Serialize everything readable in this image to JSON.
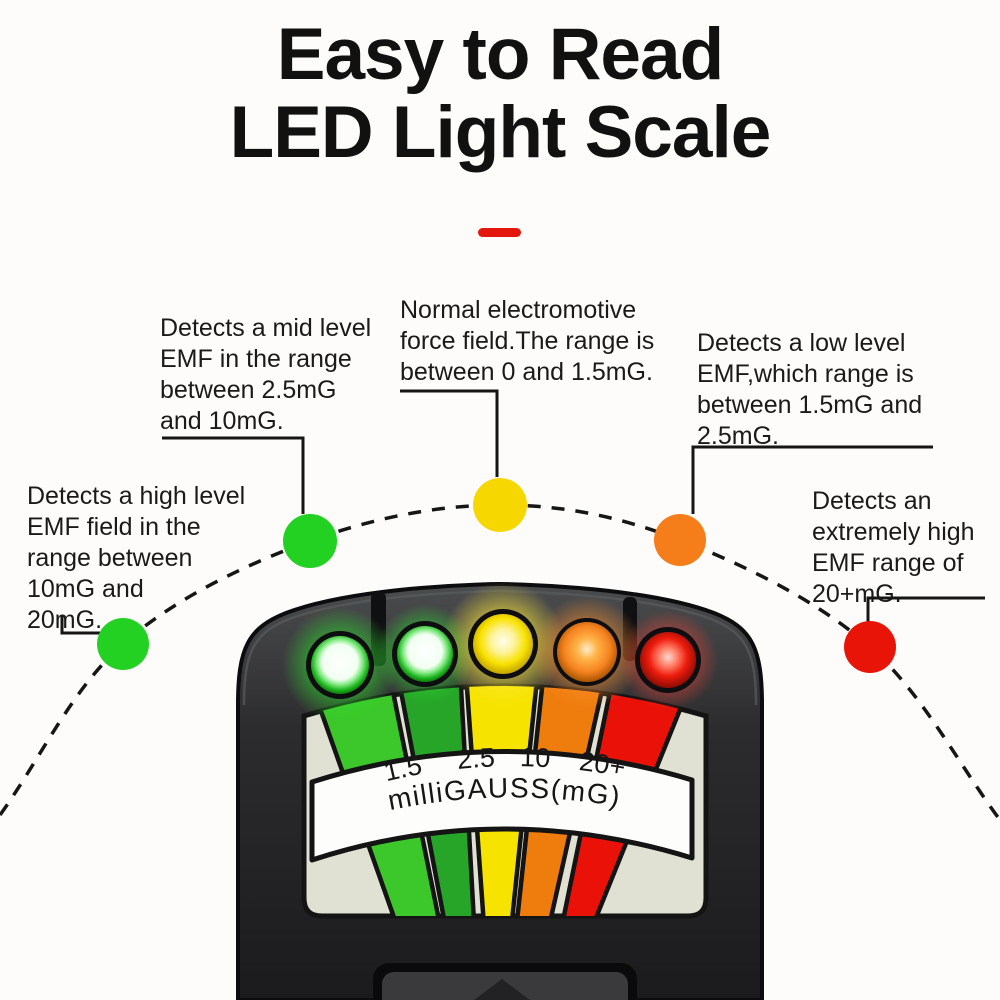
{
  "title": {
    "line1": "Easy to Read",
    "line2": "LED Light Scale"
  },
  "divider_color": "#e3170d",
  "callouts": {
    "mid": {
      "lines": [
        "Detects a mid level",
        "EMF in the range",
        "between 2.5mG",
        "and 10mG."
      ]
    },
    "normal": {
      "lines": [
        "Normal electromotive",
        "force field.The range is",
        "between 0 and 1.5mG."
      ]
    },
    "low": {
      "lines": [
        "Detects a low level",
        "EMF,which range is",
        "between 1.5mG and",
        "2.5mG."
      ]
    },
    "high": {
      "lines": [
        "Detects a high level",
        "EMF field in the",
        "range between",
        "10mG and",
        "20mG."
      ]
    },
    "extreme": {
      "lines": [
        "Detects an",
        "extremely high",
        "EMF range of",
        "20+mG."
      ]
    }
  },
  "indicator_dots": {
    "high": {
      "color": "#22d122"
    },
    "mid": {
      "color": "#22d122"
    },
    "normal": {
      "color": "#f6d700"
    },
    "low": {
      "color": "#f57d1a"
    },
    "extreme": {
      "color": "#e91408"
    }
  },
  "meter": {
    "scale_ticks": [
      "1.5",
      "2.5",
      "10",
      "20+"
    ],
    "scale_unit": "milliGAUSS(mG)",
    "segments": [
      {
        "name": "green",
        "color": "#3cc72a"
      },
      {
        "name": "dark-green",
        "color": "#26a528"
      },
      {
        "name": "yellow",
        "color": "#f6e400"
      },
      {
        "name": "orange",
        "color": "#ef7d0e"
      },
      {
        "name": "red",
        "color": "#ea1208"
      }
    ],
    "led_colors": {
      "green": "#1db31d",
      "yellow": "#f8e200",
      "orange": "#f58220",
      "red": "#ee1c0d"
    }
  }
}
